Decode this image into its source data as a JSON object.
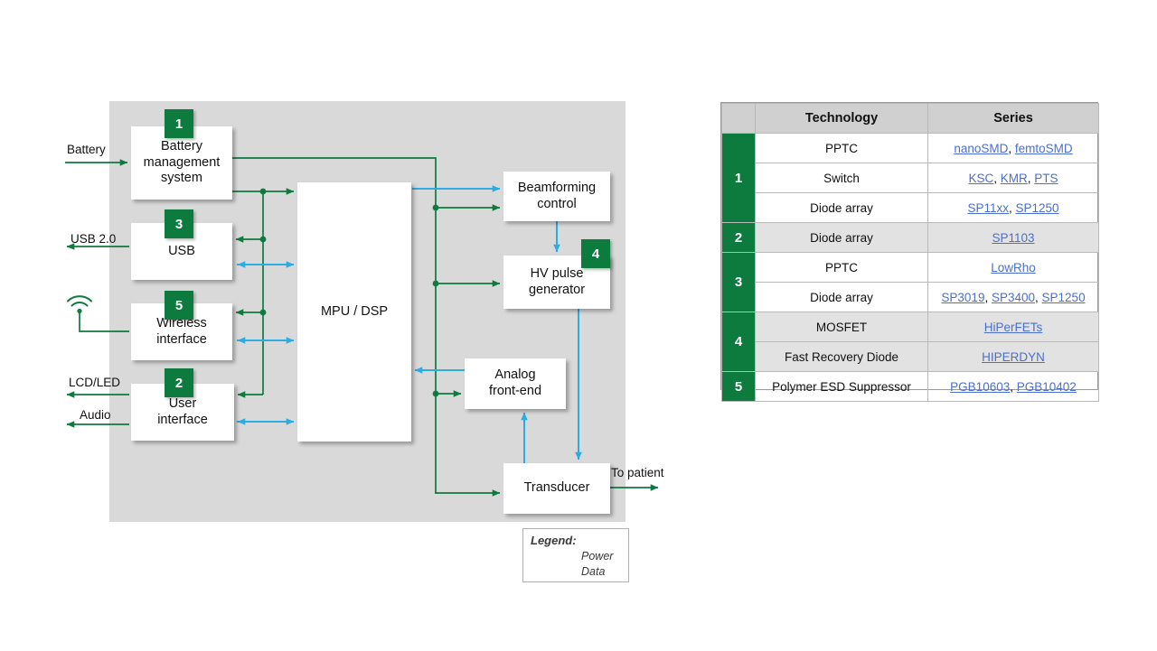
{
  "diagram": {
    "blocks": [
      {
        "id": "bms",
        "label": "Battery\nmanagement\nsystem",
        "badge": "1"
      },
      {
        "id": "usb",
        "label": "USB",
        "badge": "3"
      },
      {
        "id": "wireless",
        "label": "Wireless\ninterface",
        "badge": "5"
      },
      {
        "id": "user",
        "label": "User\ninterface",
        "badge": "2"
      },
      {
        "id": "mpu",
        "label": "MPU / DSP",
        "badge": ""
      },
      {
        "id": "beamforming",
        "label": "Beamforming\ncontrol",
        "badge": ""
      },
      {
        "id": "hvpulse",
        "label": "HV pulse\ngenerator",
        "badge": "4"
      },
      {
        "id": "afe",
        "label": "Analog\nfront-end",
        "badge": ""
      },
      {
        "id": "transducer",
        "label": "Transducer",
        "badge": ""
      }
    ],
    "edge_labels": {
      "battery": "Battery",
      "usb20": "USB 2.0",
      "lcd_led": "LCD/LED",
      "audio": "Audio",
      "to_patient": "To patient"
    },
    "legend": {
      "title": "Legend:",
      "power": "Power",
      "data": "Data"
    },
    "colors": {
      "power": "#0d7a3e",
      "data": "#2bace2",
      "badge": "#0d7a3e",
      "panel": "#d9d9d9"
    }
  },
  "table": {
    "headers": {
      "num": "",
      "technology": "Technology",
      "series": "Series"
    },
    "groups": [
      {
        "number": "1",
        "shaded": false,
        "rows": [
          {
            "technology": "PPTC",
            "series": [
              "nanoSMD",
              "femtoSMD"
            ]
          },
          {
            "technology": "Switch",
            "series": [
              "KSC",
              "KMR",
              "PTS"
            ]
          },
          {
            "technology": "Diode array",
            "series": [
              "SP11xx",
              "SP1250"
            ]
          }
        ]
      },
      {
        "number": "2",
        "shaded": true,
        "rows": [
          {
            "technology": "Diode array",
            "series": [
              "SP1103"
            ]
          }
        ]
      },
      {
        "number": "3",
        "shaded": false,
        "rows": [
          {
            "technology": "PPTC",
            "series": [
              "LowRho"
            ]
          },
          {
            "technology": "Diode array",
            "series": [
              "SP3019",
              "SP3400",
              "SP1250"
            ]
          }
        ]
      },
      {
        "number": "4",
        "shaded": true,
        "rows": [
          {
            "technology": "MOSFET",
            "series": [
              "HiPerFETs"
            ]
          },
          {
            "technology": "Fast Recovery Diode",
            "series": [
              "HIPERDYN"
            ]
          }
        ]
      },
      {
        "number": "5",
        "shaded": false,
        "rows": [
          {
            "technology": "Polymer ESD Suppressor",
            "series": [
              "PGB10603",
              "PGB10402"
            ]
          }
        ]
      }
    ]
  }
}
